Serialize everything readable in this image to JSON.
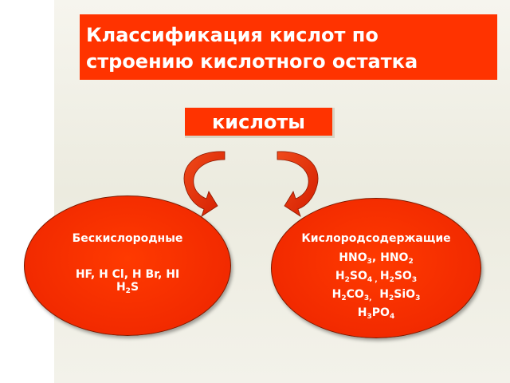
{
  "colors": {
    "box_fill": "#ff3300",
    "ellipse_fill": "#f22a00",
    "text": "#ffffff",
    "arrow": "#e8260a"
  },
  "title": {
    "line1": "Классификация кислот по",
    "line2": "строению кислотного остатка"
  },
  "root": {
    "label": "кислоты"
  },
  "left_group": {
    "heading": "Бескислородные",
    "line1": "HF, H Cl, H Br, HI",
    "line2": [
      "H",
      "2",
      "S"
    ]
  },
  "right_group": {
    "heading": "Кислородсодержащие",
    "line1": [
      "HNO",
      "3",
      ", HNO",
      "2"
    ],
    "line2": [
      "H",
      "2",
      "SO",
      "4",
      " , ",
      "H",
      "2",
      "SO",
      "3"
    ],
    "line3": [
      "H",
      "2",
      "CO",
      "3,",
      "  ",
      "H",
      "2",
      "SiO",
      "3"
    ],
    "line4": [
      "H",
      "3",
      "PO",
      "4"
    ]
  }
}
